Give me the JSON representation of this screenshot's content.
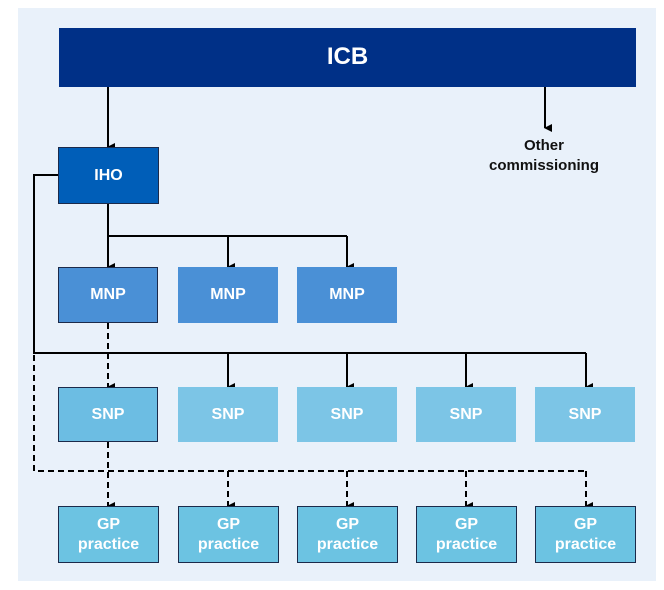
{
  "diagram": {
    "top": {
      "label": "ICB"
    },
    "other": {
      "label_line1": "Other",
      "label_line2": "commissioning"
    },
    "iho": {
      "label": "IHO"
    },
    "mnp": [
      {
        "label": "MNP"
      },
      {
        "label": "MNP"
      },
      {
        "label": "MNP"
      }
    ],
    "snp": [
      {
        "label": "SNP"
      },
      {
        "label": "SNP"
      },
      {
        "label": "SNP"
      },
      {
        "label": "SNP"
      },
      {
        "label": "SNP"
      }
    ],
    "gp": [
      {
        "line1": "GP",
        "line2": "practice"
      },
      {
        "line1": "GP",
        "line2": "practice"
      },
      {
        "line1": "GP",
        "line2": "practice"
      },
      {
        "line1": "GP",
        "line2": "practice"
      },
      {
        "line1": "GP",
        "line2": "practice"
      }
    ],
    "colors": {
      "icb": "#003087",
      "iho": "#005eb8",
      "mnp": "#4a90d6",
      "snp": "#7cc5e6",
      "gp": "#6cc3e2",
      "background": "#e9f1fa"
    }
  }
}
